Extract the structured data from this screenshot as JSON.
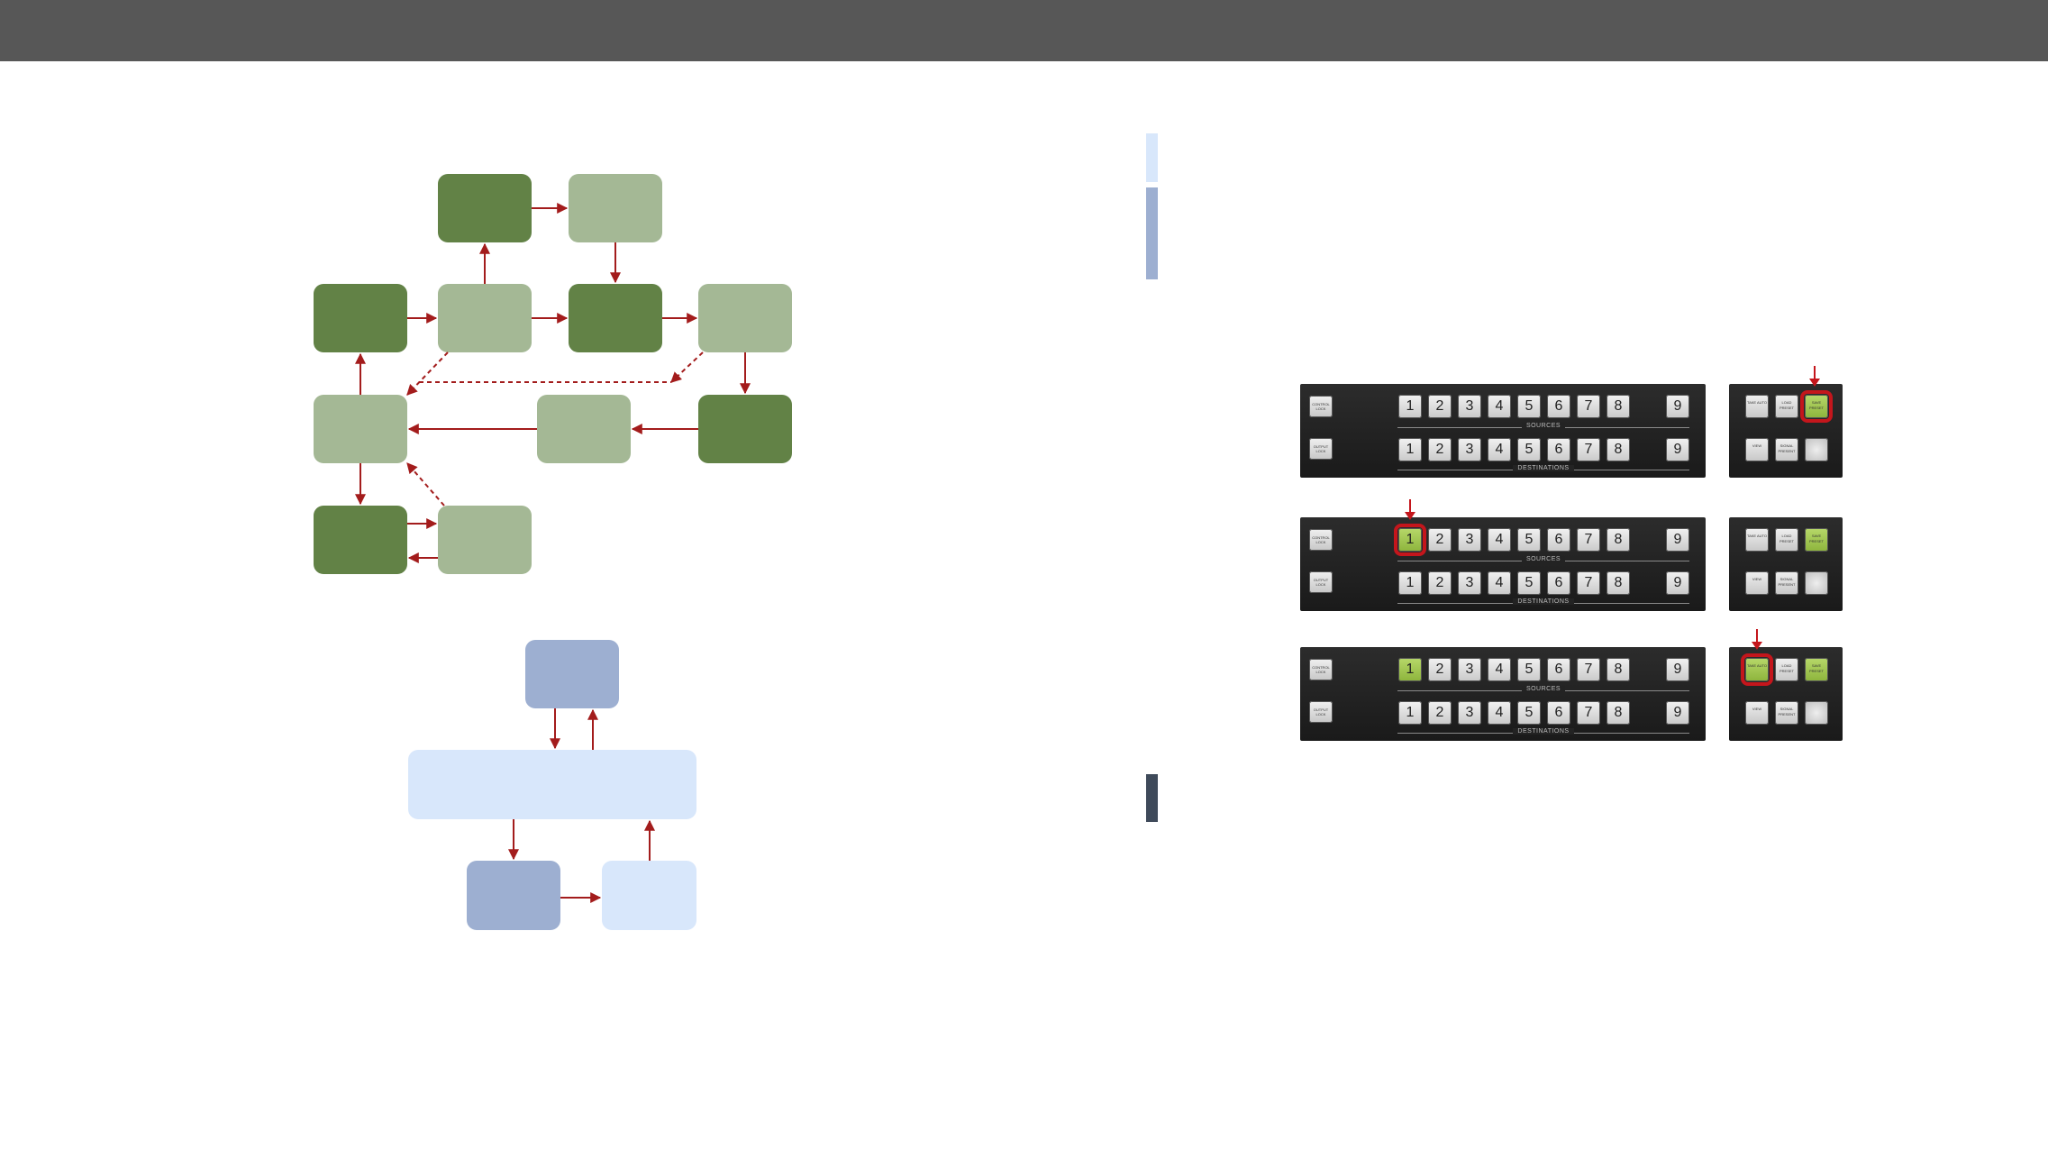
{
  "header": {},
  "colors": {
    "header_bar": "#575757",
    "dark_green": "#628246",
    "light_green": "#a4b895",
    "slate_blue": "#9dafd1",
    "pale_blue": "#d8e7fb",
    "arrow_red": "#a31c1c",
    "accent_light": "#d8e7fb",
    "accent_mid": "#9dafd1",
    "accent_dark": "#3f4a5a",
    "panel_bg": "#242424",
    "selected_outline": "#c4161c",
    "lit_key": "#9fc653"
  },
  "panels": [
    {
      "source_keys": [
        "1",
        "2",
        "3",
        "4",
        "5",
        "6",
        "7",
        "8",
        "9"
      ],
      "dest_keys": [
        "1",
        "2",
        "3",
        "4",
        "5",
        "6",
        "7",
        "8",
        "9"
      ],
      "sources_label": "SOURCES",
      "destinations_label": "DESTINATIONS",
      "control_lock_label": "CONTROL LOCK",
      "output_lock_label": "OUTPUT LOCK"
    },
    {
      "source_keys": [
        "1",
        "2",
        "3",
        "4",
        "5",
        "6",
        "7",
        "8",
        "9"
      ],
      "dest_keys": [
        "1",
        "2",
        "3",
        "4",
        "5",
        "6",
        "7",
        "8",
        "9"
      ],
      "sources_label": "SOURCES",
      "destinations_label": "DESTINATIONS",
      "control_lock_label": "CONTROL LOCK",
      "output_lock_label": "OUTPUT LOCK"
    },
    {
      "source_keys": [
        "1",
        "2",
        "3",
        "4",
        "5",
        "6",
        "7",
        "8",
        "9"
      ],
      "dest_keys": [
        "1",
        "2",
        "3",
        "4",
        "5",
        "6",
        "7",
        "8",
        "9"
      ],
      "sources_label": "SOURCES",
      "destinations_label": "DESTINATIONS",
      "control_lock_label": "CONTROL LOCK",
      "output_lock_label": "OUTPUT LOCK"
    }
  ],
  "side_keys": {
    "take_auto": "TAKE AUTO",
    "load_preset": "LOAD PRESET",
    "save_preset": "SAVE PRESET",
    "view": "VIEW",
    "signal_present": "SIGNAL PRESENT"
  }
}
